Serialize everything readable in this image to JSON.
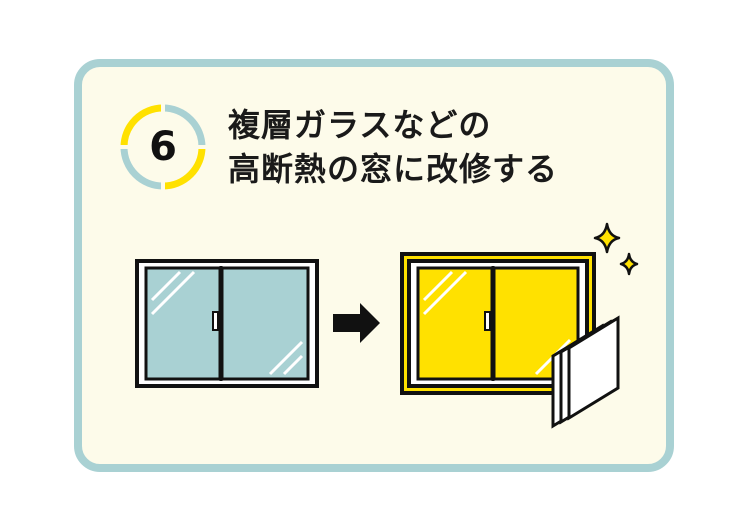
{
  "step": {
    "number": "6",
    "title_line1": "複層ガラスなどの",
    "title_line2": "高断熱の窓に改修する"
  },
  "icons": {
    "before": "single-glazed-window-icon",
    "arrow": "right-arrow-icon",
    "after": "insulated-window-icon",
    "glass_layers": "multi-layer-glass-icon",
    "sparkle": "sparkle-icon"
  },
  "colors": {
    "frame_border": "#a9d1d3",
    "card_background": "#fdfbea",
    "before_glass": "#a9d1d3",
    "after_glass": "#ffe100",
    "ring_yellow": "#ffe100",
    "ring_blue": "#a9d1d3",
    "outline": "#111111"
  }
}
